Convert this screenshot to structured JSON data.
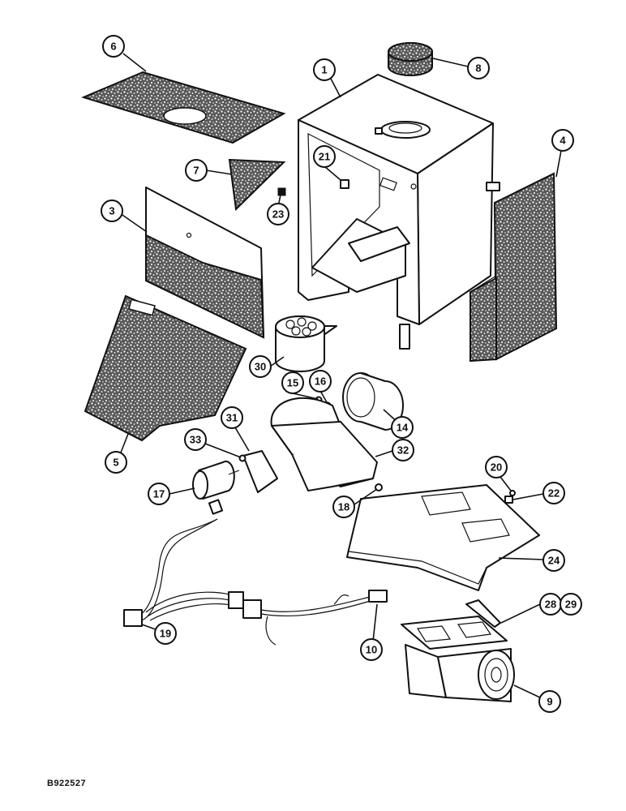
{
  "drawing_number": "B922527",
  "callouts": {
    "c1": "1",
    "c3": "3",
    "c4": "4",
    "c5": "5",
    "c6": "6",
    "c7": "7",
    "c8": "8",
    "c9": "9",
    "c10": "10",
    "c14": "14",
    "c15": "15",
    "c16": "16",
    "c17": "17",
    "c18": "18",
    "c19": "19",
    "c20": "20",
    "c21": "21",
    "c22": "22",
    "c23": "23",
    "c24": "24",
    "c28": "28",
    "c29": "29",
    "c30": "30",
    "c31": "31",
    "c32": "32",
    "c33": "33"
  }
}
